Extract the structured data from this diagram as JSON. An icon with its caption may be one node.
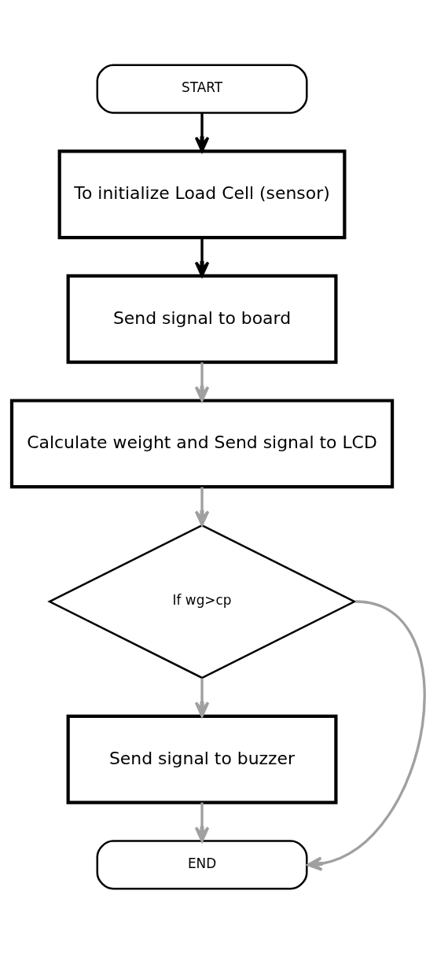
{
  "diagram": {
    "nodes": [
      {
        "text": [
          "START"
        ]
      },
      {
        "text": [
          "To initialize Load Cell (sensor)"
        ]
      },
      {
        "text": [
          "Send signal to board"
        ]
      },
      {
        "text": [
          "Calculate weight and Send signal to LCD"
        ]
      },
      {
        "text": [
          "If wg>cp"
        ]
      },
      {
        "text": [
          "Send signal to buzzer"
        ]
      },
      {
        "text": [
          "END"
        ]
      }
    ],
    "edges": [
      {
        "from": 0,
        "to": 1,
        "arrow": "to",
        "color": "#000000"
      },
      {
        "from": 1,
        "to": 2,
        "arrow": "to",
        "color": "#000000"
      },
      {
        "from": 2,
        "to": 3,
        "arrow": "to"
      },
      {
        "from": 3,
        "to": 4,
        "arrow": "to"
      },
      {
        "from": 4,
        "to": 5,
        "arrow": "to"
      },
      {
        "from": 5,
        "to": 6,
        "arrow": "to"
      },
      {
        "from": 4,
        "to": 6,
        "arrow": "to"
      }
    ]
  }
}
